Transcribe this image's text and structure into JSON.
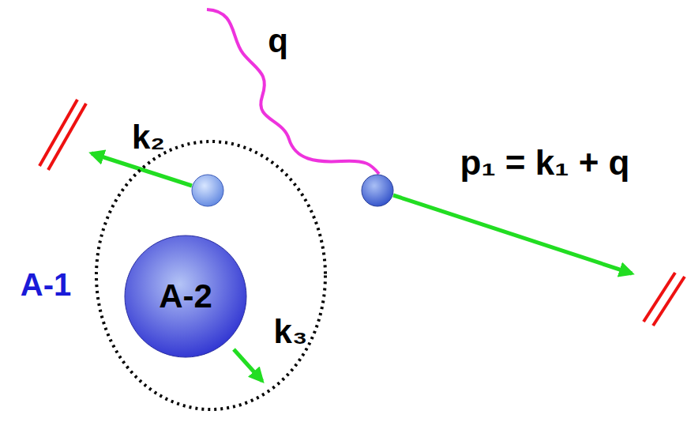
{
  "diagram": {
    "nodes": [
      {
        "text": [
          "A-1"
        ]
      },
      {
        "text": [
          "A-2"
        ],
        "in": 0
      }
    ],
    "labels": [
      "q",
      "k₂",
      "p₁ = k₁ + q",
      "k₃"
    ]
  }
}
